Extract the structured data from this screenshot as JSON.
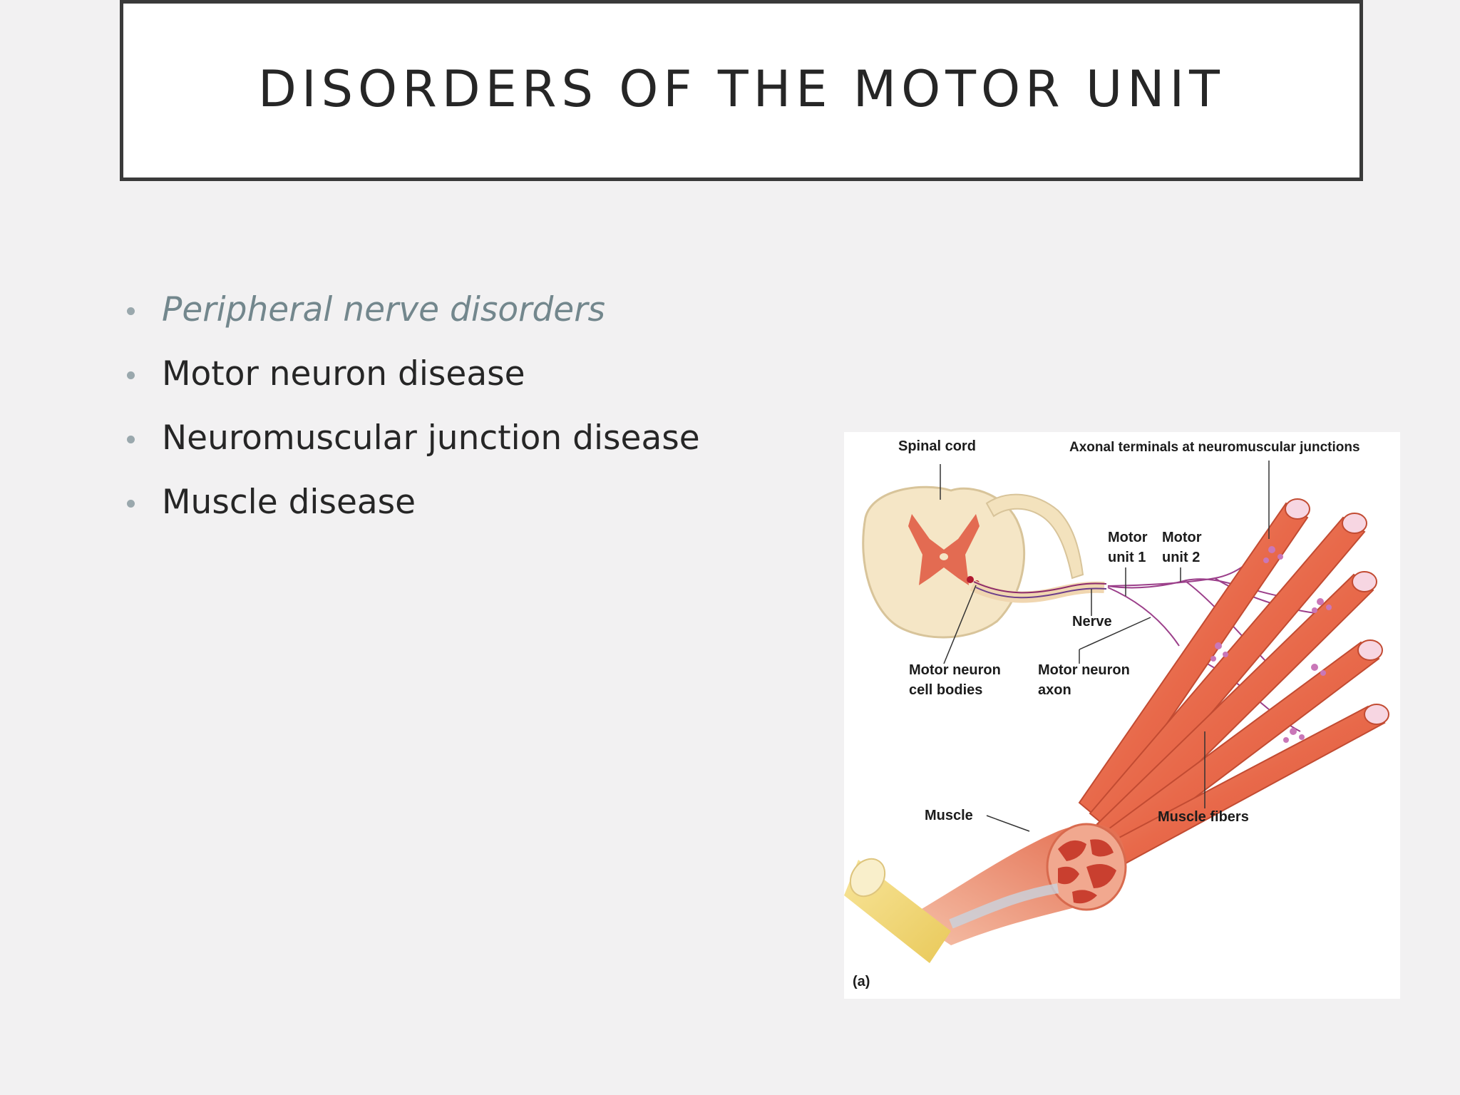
{
  "title": "DISORDERS OF THE MOTOR UNIT",
  "bullets": [
    {
      "text": "Peripheral nerve disorders",
      "italic": true
    },
    {
      "text": "Motor neuron disease",
      "italic": false
    },
    {
      "text": "Neuromuscular junction disease",
      "italic": false
    },
    {
      "text": "Muscle disease",
      "italic": false
    }
  ],
  "figure": {
    "spinal_cord": "Spinal cord",
    "axonal_terminals": "Axonal terminals at neuromuscular junctions",
    "motor_unit_1_line1": "Motor",
    "motor_unit_1_line2": "unit 1",
    "motor_unit_2_line1": "Motor",
    "motor_unit_2_line2": "unit 2",
    "nerve": "Nerve",
    "cell_bodies_line1": "Motor neuron",
    "cell_bodies_line2": "cell bodies",
    "axon_line1": "Motor neuron",
    "axon_line2": "axon",
    "muscle": "Muscle",
    "muscle_fibers": "Muscle fibers",
    "panel": "(a)"
  }
}
